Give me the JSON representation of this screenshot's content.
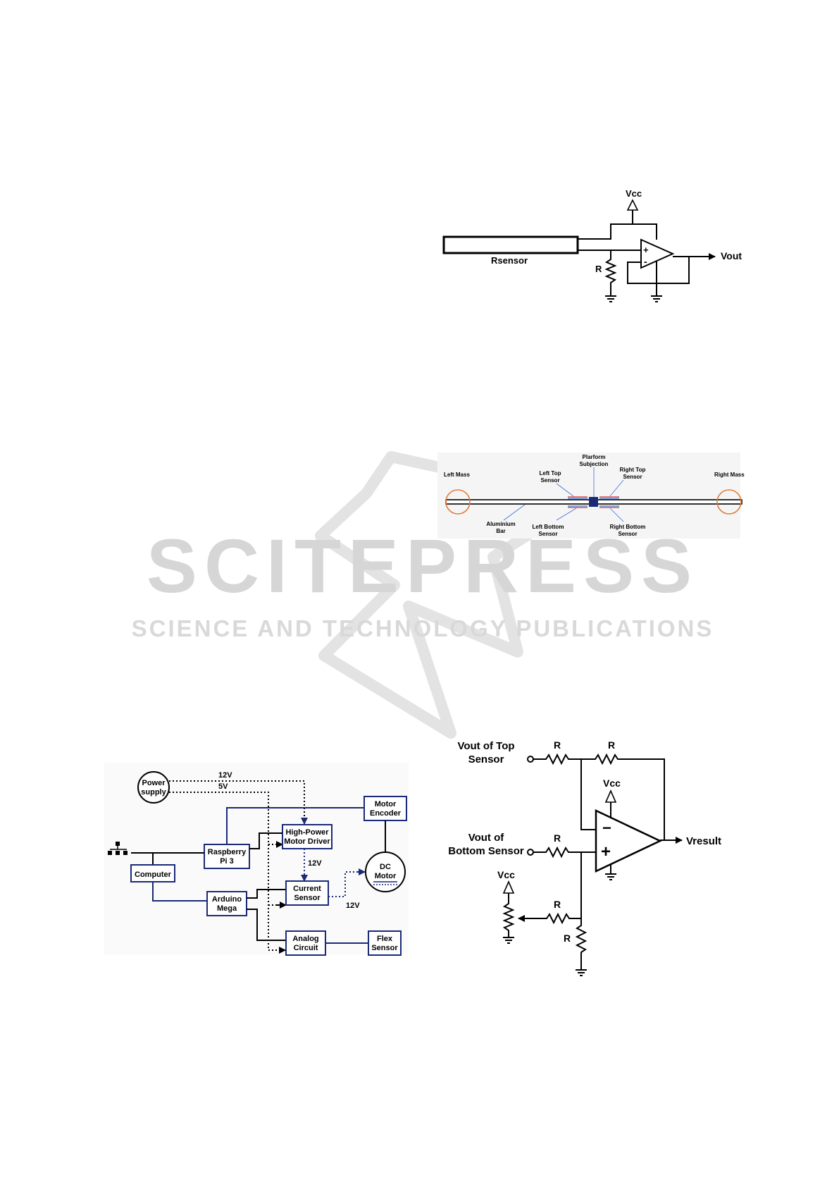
{
  "watermark": {
    "title": "SCITEPRESS",
    "subtitle": "SCIENCE AND TECHNOLOGY PUBLICATIONS"
  },
  "figure_sensor_circuit": {
    "vcc": "Vcc",
    "rsensor": "Rsensor",
    "r": "R",
    "plus": "+",
    "minus": "-",
    "vout": "Vout"
  },
  "figure_bar": {
    "left_mass": "Left Mass",
    "right_mass": "Right Mass",
    "platform_line1": "Plarform",
    "platform_line2": "Subjection",
    "left_top_line1": "Left Top",
    "left_top_line2": "Sensor",
    "right_top_line1": "Right Top",
    "right_top_line2": "Sensor",
    "aluminium_line1": "Aluminium",
    "aluminium_line2": "Bar",
    "left_bottom_line1": "Left Bottom",
    "left_bottom_line2": "Sensor",
    "right_bottom_line1": "Right Bottom",
    "right_bottom_line2": "Sensor"
  },
  "figure_block": {
    "power_line1": "Power",
    "power_line2": "supply",
    "v12": "12V",
    "v5": "5V",
    "motor_encoder_line1": "Motor",
    "motor_encoder_line2": "Encoder",
    "driver_line1": "High-Power",
    "driver_line2": "Motor Driver",
    "rpi_line1": "Raspberry",
    "rpi_line2": "Pi 3",
    "computer": "Computer",
    "arduino_line1": "Arduino",
    "arduino_line2": "Mega",
    "current_line1": "Current",
    "current_line2": "Sensor",
    "dc_line1": "DC",
    "dc_line2": "Motor",
    "analog_line1": "Analog",
    "analog_line2": "Circuit",
    "flex_line1": "Flex",
    "flex_line2": "Sensor",
    "v12_driver": "12V",
    "v12_current": "12V"
  },
  "figure_diff_amp": {
    "top_in_line1": "Vout of Top",
    "top_in_line2": "Sensor",
    "bottom_in_line1": "Vout of",
    "bottom_in_line2": "Bottom Sensor",
    "r": "R",
    "vcc": "Vcc",
    "minus": "−",
    "plus": "+",
    "vresult": "Vresult"
  },
  "colors": {
    "navy": "#1a2a78",
    "mass_orange": "#e07b39",
    "sensor_red": "#d9534f",
    "sensor_blue": "#3b6fd6",
    "watermark": "#d6d6d6"
  }
}
